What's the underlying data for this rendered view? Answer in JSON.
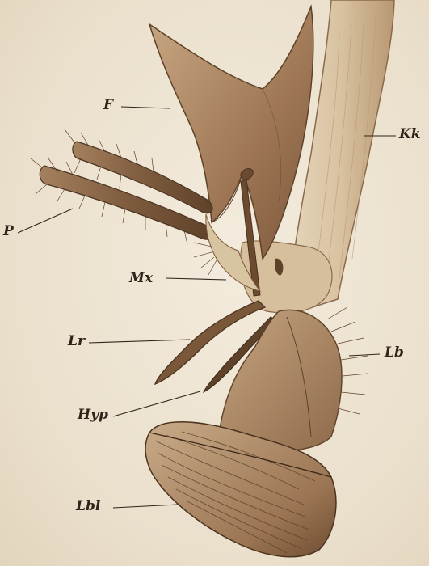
{
  "figure": {
    "labels": {
      "F": "F",
      "Kk": "Kk",
      "P": "P",
      "Mx": "Mx",
      "Lr": "Lr",
      "Lb": "Lb",
      "Hyp": "Hyp",
      "Lbl": "Lbl"
    },
    "colors": {
      "paper": "#efe6d6",
      "ink": "#2f241a",
      "sepia_light": "#c9ad86",
      "sepia_mid": "#a98260",
      "sepia_dark": "#6b4a2f"
    }
  }
}
